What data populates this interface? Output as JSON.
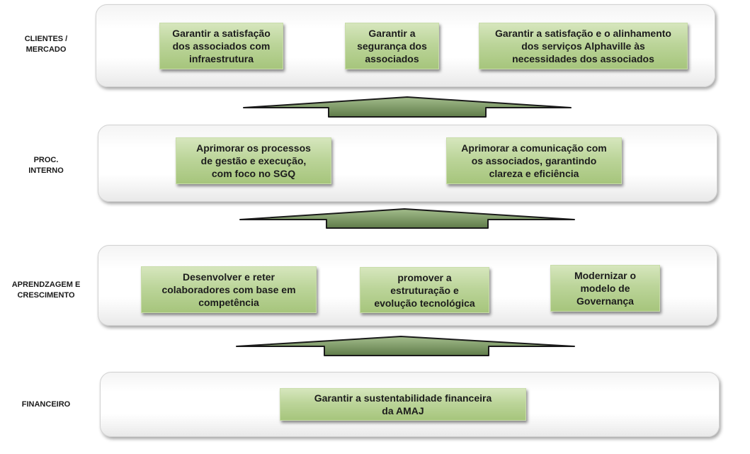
{
  "perspectives": [
    {
      "label": [
        "CLIENTES /",
        "MERCADO"
      ],
      "objectives": [
        [
          "Garantir a satisfação",
          "dos associados com",
          "infraestrutura"
        ],
        [
          "Garantir a",
          "segurança dos",
          "associados"
        ],
        [
          "Garantir a satisfação e o alinhamento",
          "dos serviços Alphaville às",
          "necessidades dos associados"
        ]
      ]
    },
    {
      "label": [
        "PROC.",
        "INTERNO"
      ],
      "objectives": [
        [
          "Aprimorar os processos",
          "de gestão e execução,",
          "com foco no SGQ"
        ],
        [
          "Aprimorar a comunicação com",
          "os associados, garantindo",
          "clareza e eficiência"
        ]
      ]
    },
    {
      "label": [
        "APRENDZAGEM E",
        "CRESCIMENTO"
      ],
      "objectives": [
        [
          "Desenvolver e reter",
          "colaboradores com base em",
          "competência"
        ],
        [
          "promover a",
          "estruturação e",
          "evolução tecnológica"
        ],
        [
          "Modernizar o",
          "modelo de",
          "Governança"
        ]
      ]
    },
    {
      "label": [
        "FINANCEIRO"
      ],
      "objectives": [
        [
          "Garantir a sustentabilidade financeira",
          "da AMAJ"
        ]
      ]
    }
  ],
  "colors": {
    "objective_fill": "#b5d08f",
    "arrow_fill": "#7b9a62",
    "arrow_stroke": "#1a1a1a"
  }
}
